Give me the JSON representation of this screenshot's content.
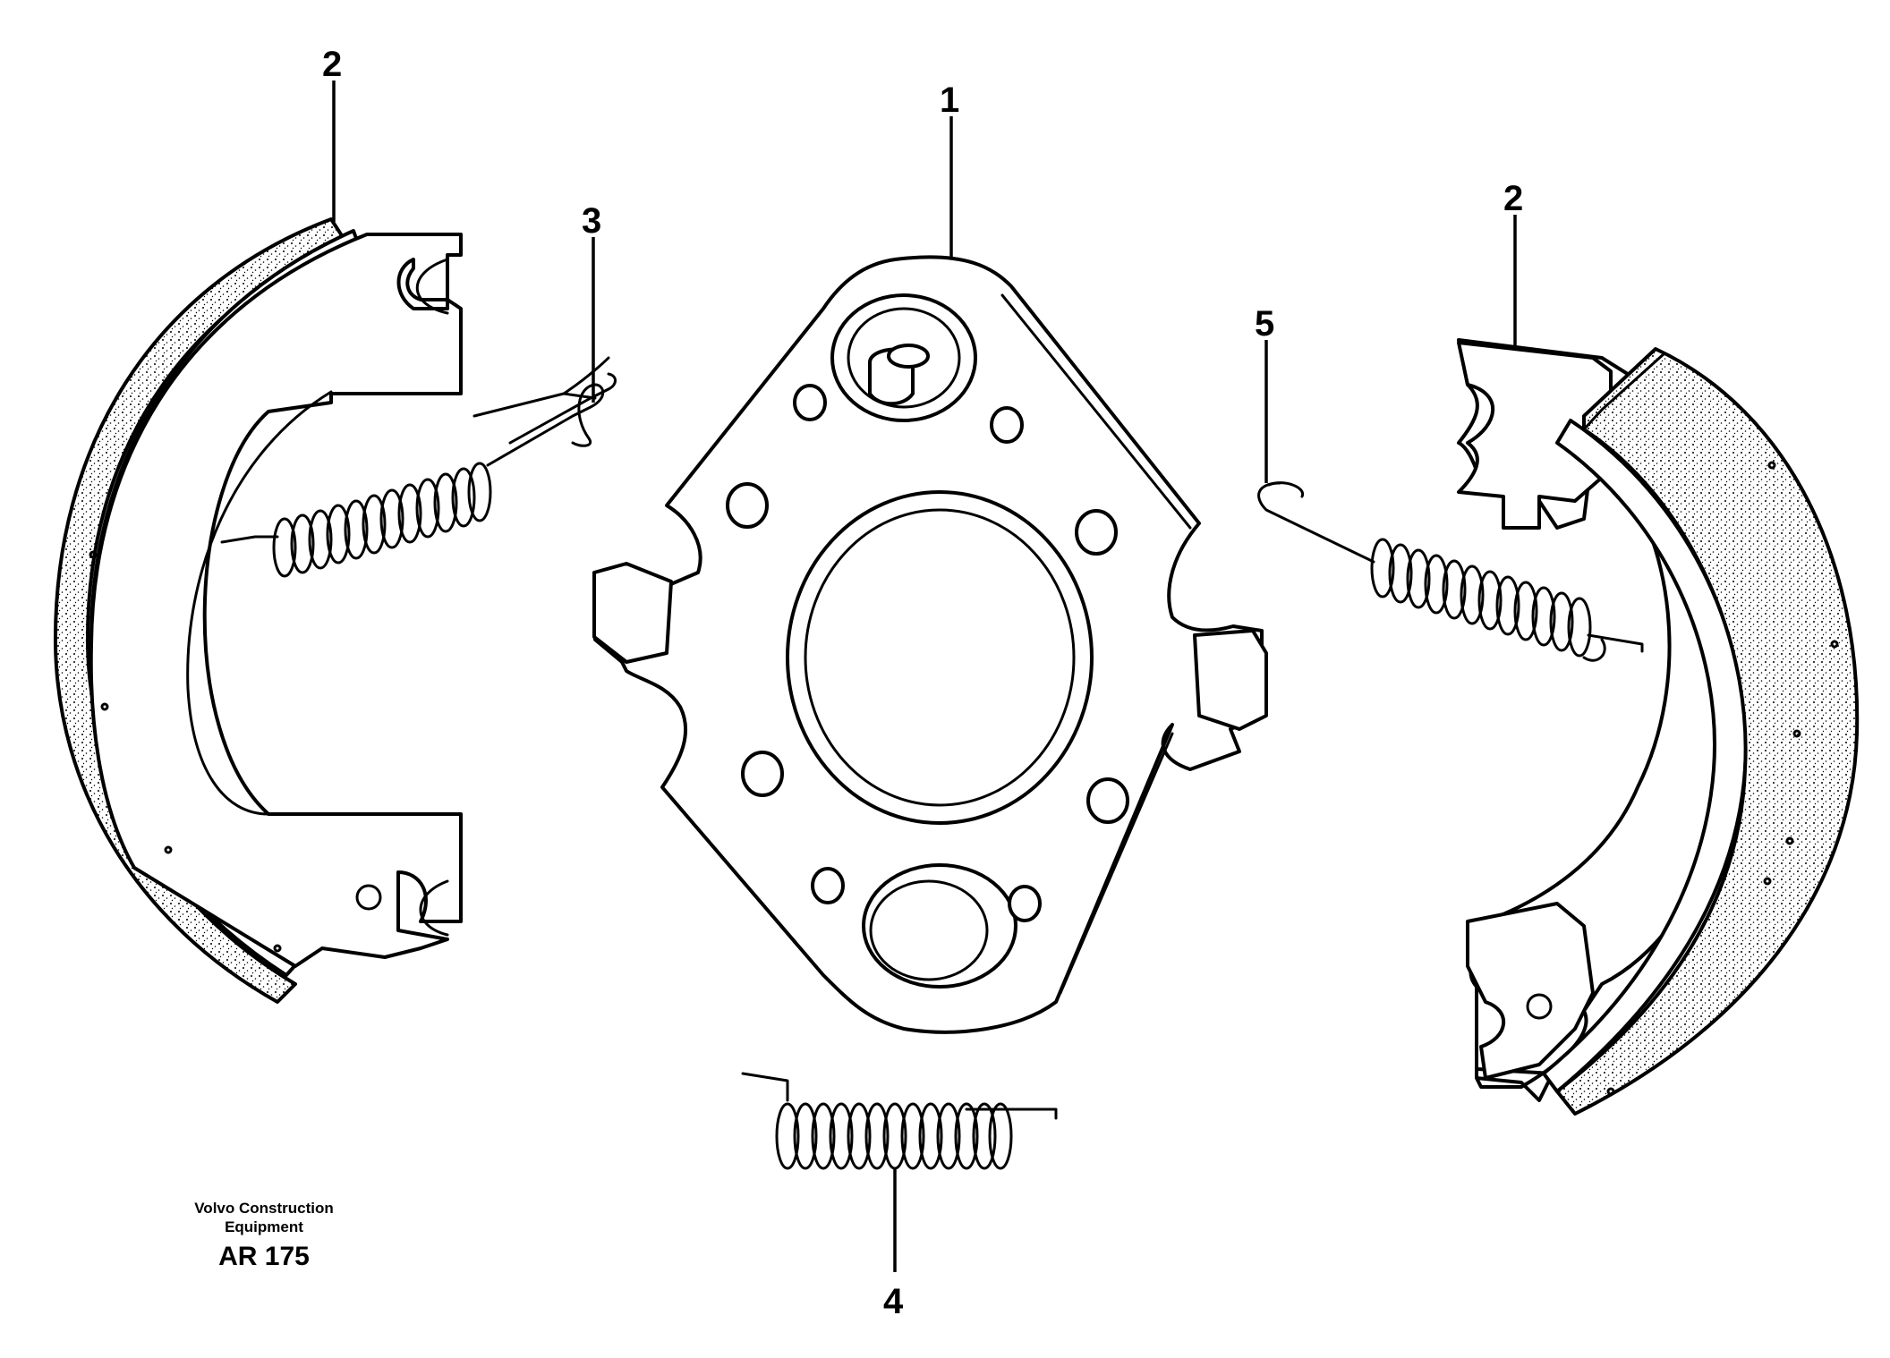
{
  "callouts": {
    "c1": "1",
    "c2_left": "2",
    "c2_right": "2",
    "c3": "3",
    "c4": "4",
    "c5": "5"
  },
  "caption": {
    "brand_line1": "Volvo Construction",
    "brand_line2": "Equipment",
    "code": "AR 175"
  }
}
